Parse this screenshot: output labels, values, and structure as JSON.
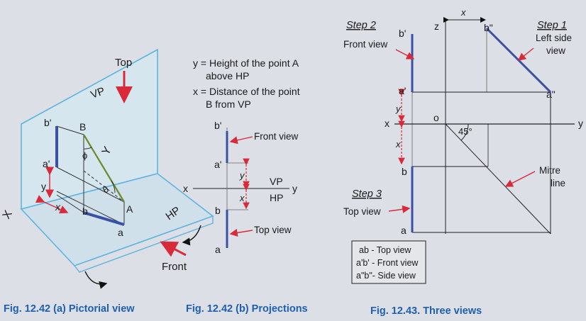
{
  "fig_a": {
    "top": "Top",
    "vp": "VP",
    "hp": "HP",
    "front": "Front",
    "b_prime": "b'",
    "a_prime": "a'",
    "B": "B",
    "A": "A",
    "b": "b",
    "a": "a",
    "phi": "ϕ",
    "theta": "θ",
    "y": "y",
    "x": "x",
    "X": "X",
    "Y": "Y",
    "caption": "Fig. 12.42 (a) Pictorial view"
  },
  "fig_b": {
    "def_y_1": "y = Height of the point  A",
    "def_y_2": "above HP",
    "def_x_1": "x = Distance of the point",
    "def_x_2": "B  from  VP",
    "b_prime": "b'",
    "a_prime": "a'",
    "b": "b",
    "a": "a",
    "x_axis": "x",
    "y_axis": "y",
    "vp": "VP",
    "hp": "HP",
    "y_dim": "y",
    "x_dim": "x",
    "front_view": "Front view",
    "top_view": "Top view",
    "caption": "Fig. 12.42 (b) Projections"
  },
  "fig_c": {
    "step1": "Step 1",
    "step2": "Step 2",
    "step3": "Step 3",
    "left_side_view_1": "Left side",
    "left_side_view_2": "view",
    "front_view": "Front view",
    "top_view": "Top view",
    "mitre_1": "Mitre",
    "mitre_2": "line",
    "z": "z",
    "x_top": "x",
    "b_dprime": "b\"",
    "a_dprime": "a\"",
    "b_prime": "b'",
    "a_prime": "a'",
    "b": "b",
    "a": "a",
    "o": "o",
    "x_axis": "x",
    "y_axis": "y",
    "angle": "45°",
    "y_dim": "y",
    "x_dim": "x",
    "legend": [
      "ab - Top view",
      "a'b' - Front view",
      "a\"b\"- Side view"
    ],
    "caption": "Fig. 12.43. Three views"
  },
  "colors": {
    "plane": "#5fb4df",
    "line": "#3a4fa8",
    "arrow": "#d92a3a",
    "caption": "#1f5fb0",
    "dim": "#d92a3a"
  }
}
